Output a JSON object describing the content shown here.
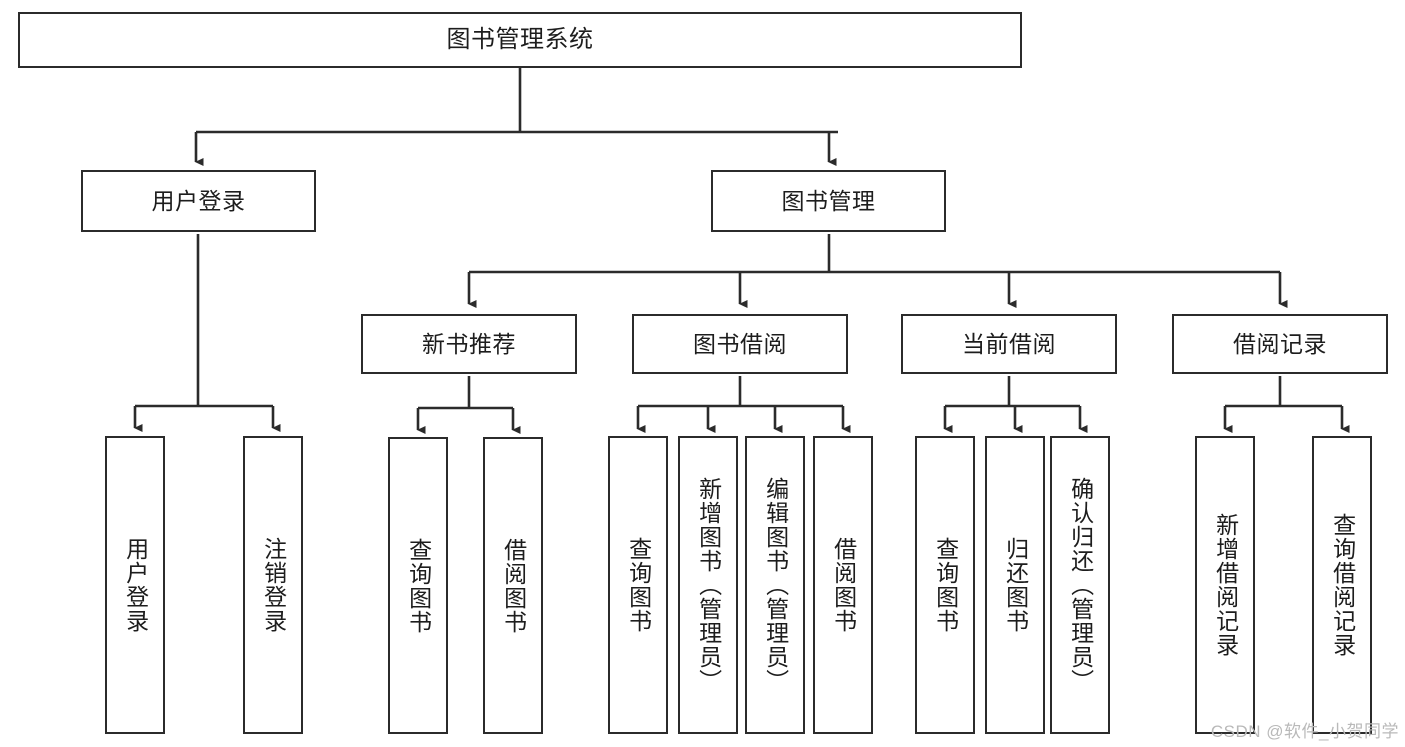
{
  "diagram": {
    "title_box": {
      "label": "图书管理系统"
    },
    "level2": [
      {
        "id": "user-login",
        "label": "用户登录"
      },
      {
        "id": "book-manage",
        "label": "图书管理"
      }
    ],
    "level3": [
      {
        "id": "new-book-recommend",
        "label": "新书推荐"
      },
      {
        "id": "book-borrow",
        "label": "图书借阅"
      },
      {
        "id": "current-borrow",
        "label": "当前借阅"
      },
      {
        "id": "borrow-record",
        "label": "借阅记录"
      }
    ],
    "leaves": [
      {
        "id": "leaf-user-login",
        "label": "用户登录",
        "parent": "user-login"
      },
      {
        "id": "leaf-logout-login",
        "label": "注销登录",
        "parent": "user-login"
      },
      {
        "id": "leaf-query-book-1",
        "label": "查询图书",
        "parent": "new-book-recommend"
      },
      {
        "id": "leaf-borrow-book-1",
        "label": "借阅图书",
        "parent": "new-book-recommend"
      },
      {
        "id": "leaf-query-book-2",
        "label": "查询图书",
        "parent": "book-borrow"
      },
      {
        "id": "leaf-add-book",
        "label": "新增图书（管理员）",
        "parent": "book-borrow"
      },
      {
        "id": "leaf-edit-book",
        "label": "编辑图书（管理员）",
        "parent": "book-borrow"
      },
      {
        "id": "leaf-borrow-book-2",
        "label": "借阅图书",
        "parent": "book-borrow"
      },
      {
        "id": "leaf-query-book-3",
        "label": "查询图书",
        "parent": "current-borrow"
      },
      {
        "id": "leaf-return-book",
        "label": "归还图书",
        "parent": "current-borrow"
      },
      {
        "id": "leaf-confirm-return",
        "label": "确认归还（管理员）",
        "parent": "current-borrow"
      },
      {
        "id": "leaf-add-record",
        "label": "新增借阅记录",
        "parent": "borrow-record"
      },
      {
        "id": "leaf-query-record",
        "label": "查询借阅记录",
        "parent": "borrow-record"
      }
    ],
    "watermark": "CSDN @软件_小贺同学",
    "colors": {
      "stroke": "#2b2b2b",
      "fill": "#ffffff",
      "text": "#1d1d1d",
      "watermark": "#b9b9b9"
    }
  }
}
